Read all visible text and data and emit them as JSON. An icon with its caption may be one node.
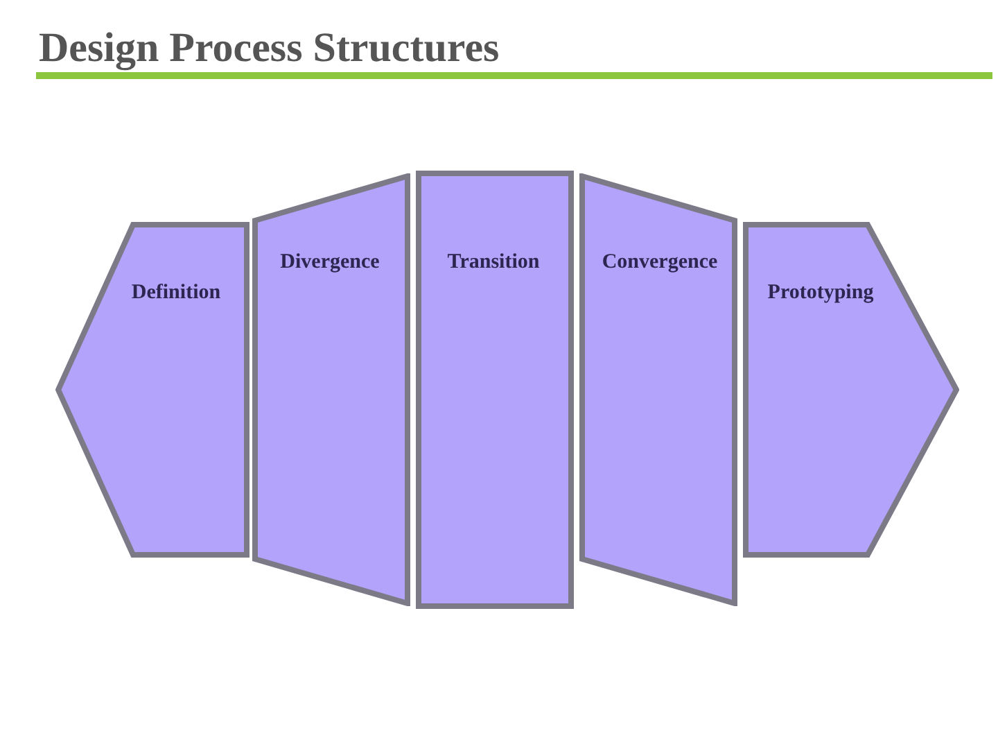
{
  "diagram": {
    "title": "Design Process Structures",
    "nodes": [
      {
        "text": [
          "Definition"
        ]
      },
      {
        "text": [
          "Divergence"
        ]
      },
      {
        "text": [
          "Transition"
        ]
      },
      {
        "text": [
          "Convergence"
        ]
      },
      {
        "text": [
          "Prototyping"
        ]
      }
    ]
  }
}
